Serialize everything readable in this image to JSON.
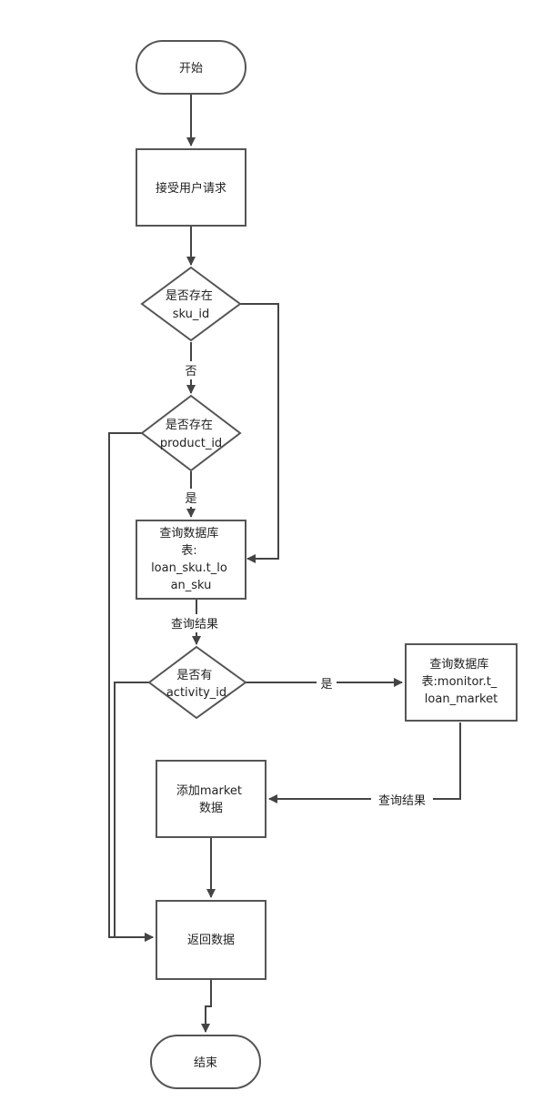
{
  "nodes": {
    "start": [
      "开始"
    ],
    "receive": [
      "接受用户请求"
    ],
    "check_sku": [
      "是否存在",
      "sku_id"
    ],
    "check_product": [
      "是否存在",
      "product_id"
    ],
    "query_loan": [
      "查询数据库",
      "表:",
      "loan_sku.t_lo",
      "an_sku"
    ],
    "check_activity": [
      "是否有",
      "activity_id"
    ],
    "query_market": [
      "查询数据库",
      "表:monitor.t_",
      "loan_market"
    ],
    "add_market": [
      "添加market",
      "数据"
    ],
    "return": [
      "返回数据"
    ],
    "end": [
      "结束"
    ]
  },
  "edge_labels": {
    "sku_no": "否",
    "product_yes": "是",
    "query_result_1": "查询结果",
    "activity_yes": "是",
    "query_result_2": "查询结果"
  },
  "colors": {
    "stroke": "#555555",
    "edge": "#444444",
    "text": "#222222"
  }
}
